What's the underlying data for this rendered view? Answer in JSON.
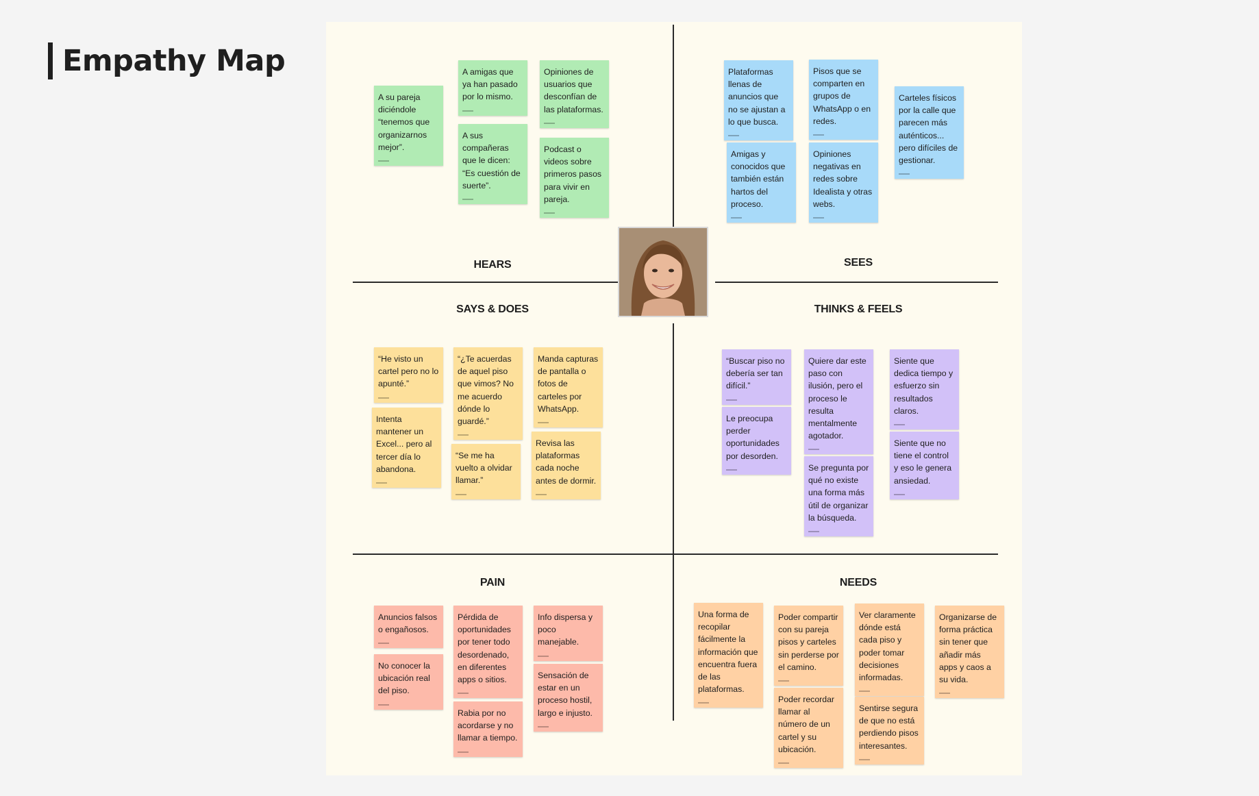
{
  "title": "Empathy Map",
  "labels": {
    "hears": "HEARS",
    "sees": "SEES",
    "says": "SAYS & DOES",
    "thinks": "THINKS & FEELS",
    "pain": "PAIN",
    "needs": "NEEDS"
  },
  "colors": {
    "board": "#fefbef",
    "hears": "#b1ebb4",
    "sees": "#a8daf9",
    "says": "#fde09b",
    "thinks": "#d2c1f8",
    "pain": "#fdbaaa",
    "needs": "#ffd1a4"
  },
  "notes": {
    "hears": [
      "A su pareja diciéndole “tenemos que organizarnos mejor”.",
      "A amigas que ya han pasado por lo mismo.",
      "A sus compañeras que le dicen: “Es cuestión de suerte”.",
      "Opiniones de usuarios que desconfían de las plataformas.",
      "Podcast o videos sobre primeros pasos para vivir en pareja."
    ],
    "sees": [
      "Plataformas llenas de anuncios que no se ajustan a lo que busca.",
      "Amigas y conocidos que también están hartos del proceso.",
      "Pisos que se comparten en grupos de WhatsApp o en redes.",
      "Opiniones negativas en redes sobre Idealista y otras webs.",
      "Carteles físicos por la calle que parecen más auténticos... pero difíciles de gestionar."
    ],
    "says": [
      "“He visto un cartel pero no lo apunté.”",
      "Intenta mantener un Excel... pero al tercer día lo abandona.",
      "“¿Te acuerdas de aquel piso que vimos? No me acuerdo dónde lo guardé.”",
      "“Se me ha vuelto a olvidar llamar.”",
      "Manda capturas de pantalla o fotos de carteles por WhatsApp.",
      "Revisa las plataformas cada noche antes de dormir."
    ],
    "thinks": [
      "“Buscar piso no debería ser tan difícil.”",
      "Le preocupa perder oportunidades por desorden.",
      "Quiere dar este paso con ilusión, pero el proceso le resulta mentalmente agotador.",
      "Se pregunta por qué no existe una forma más útil de organizar la búsqueda.",
      "Siente que dedica tiempo y esfuerzo sin resultados claros.",
      "Siente que no tiene el control y eso le genera ansiedad."
    ],
    "pain": [
      "Anuncios falsos o engañosos.",
      "No conocer la ubicación real del piso.",
      "Pérdida de oportunidades por tener todo desordenado, en diferentes apps o sitios.",
      "Rabia por no acordarse y no llamar a tiempo.",
      "Info dispersa y poco manejable.",
      "Sensación de estar en un proceso hostil, largo e injusto."
    ],
    "needs": [
      "Una forma de recopilar fácilmente la información que encuentra fuera de las plataformas.",
      "Poder compartir con su pareja pisos y carteles sin perderse por el camino.",
      "Poder recordar llamar al número de un cartel y su ubicación.",
      "Ver claramente dónde está cada piso y poder tomar decisiones informadas.",
      "Sentirse segura de que no está perdiendo pisos interesantes.",
      "Organizarse de forma práctica sin tener que añadir más apps y caos a su vida."
    ]
  }
}
